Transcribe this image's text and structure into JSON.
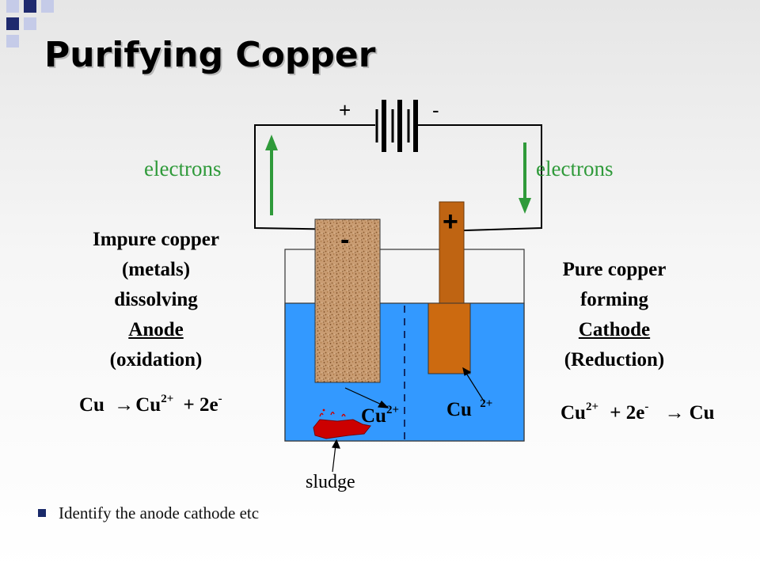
{
  "slide": {
    "title": "Purifying Copper",
    "battery": {
      "positive_label": "+",
      "negative_label": "-"
    },
    "electrons_left": "electrons",
    "electrons_right": "electrons",
    "anode_sign": "-",
    "cathode_sign": "+",
    "anode_block": [
      "Impure copper",
      "(metals)",
      "dissolving",
      "Anode",
      "(oxidation)"
    ],
    "cathode_block": [
      "Pure copper",
      "forming",
      "Cathode",
      "(Reduction)"
    ],
    "anode_equation": {
      "left": "Cu",
      "arrow": "→",
      "ion": "Cu",
      "ion_charge": "2+",
      "rest": "+ 2e",
      "e_charge": "-"
    },
    "cathode_equation": {
      "ion": "Cu",
      "ion_charge": "2+",
      "mid": "+ 2e",
      "e_charge": "-",
      "arrow": "→",
      "right": "Cu"
    },
    "ion_left": {
      "base": "Cu",
      "charge": "2+"
    },
    "ion_right": {
      "base": "Cu",
      "charge": "2+"
    },
    "sludge_label": "sludge",
    "bullet": "Identify the anode cathode etc",
    "colors": {
      "electrolyte": "#3399ff",
      "copper": "#cc6a10",
      "impure_copper": "#c99c72",
      "arrow_green": "#2f9a3a",
      "sludge": "#cc0000",
      "corner_blue": "#1f2a6e"
    }
  }
}
